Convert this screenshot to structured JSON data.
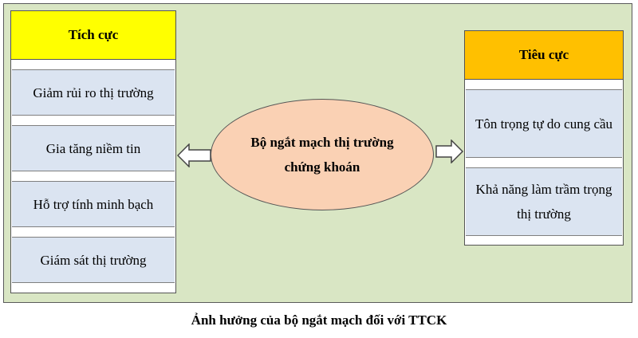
{
  "center": {
    "label": "Bộ ngắt mạch thị trường chứng khoán"
  },
  "positive": {
    "title": "Tích cực",
    "items": [
      "Giảm rủi ro thị trường",
      "Gia tăng niềm tin",
      "Hỗ trợ tính minh bạch",
      "Giám sát thị trường"
    ]
  },
  "negative": {
    "title": "Tiêu cực",
    "items": [
      "Tôn trọng tự do cung cầu",
      "Khả năng làm trầm trọng thị trường"
    ]
  },
  "caption": "Ảnh hưởng của bộ ngắt mạch đối với TTCK",
  "colors": {
    "positive_header": "#ffff00",
    "negative_header": "#ffc000",
    "item_fill": "#dbe4f1",
    "center_fill": "#fad1b4",
    "background": "#d9e6c4"
  }
}
